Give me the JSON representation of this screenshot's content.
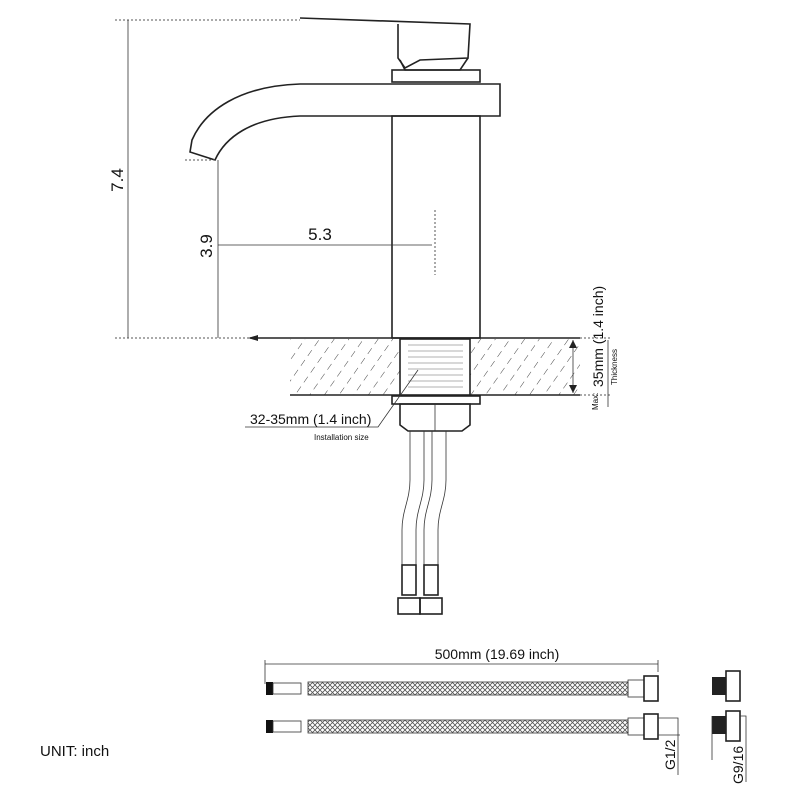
{
  "dimensions": {
    "total_height": "7.4",
    "spout_height": "3.9",
    "spout_reach": "5.3",
    "installation_hole": "32-35mm (1.4 inch)",
    "installation_label": "Installation size",
    "max_prefix": "Max:",
    "thickness": "35mm (1.4 inch)",
    "thickness_label": "Thickness"
  },
  "hoses": {
    "length": "500mm (19.69 inch)",
    "thread_1": "G1/2",
    "thread_2": "G9/16"
  },
  "unit_label": "UNIT: inch"
}
